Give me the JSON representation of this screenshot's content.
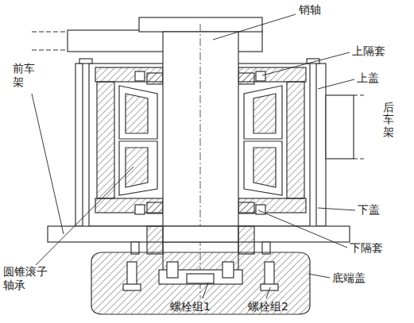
{
  "diagram": {
    "labels": [
      "销轴",
      "上隔套",
      "上盖",
      "前车架",
      "后车架",
      "下盖",
      "下隔套",
      "圆锥滚子 轴承",
      "底端盖",
      "螺栓组1",
      "螺栓组2"
    ]
  }
}
